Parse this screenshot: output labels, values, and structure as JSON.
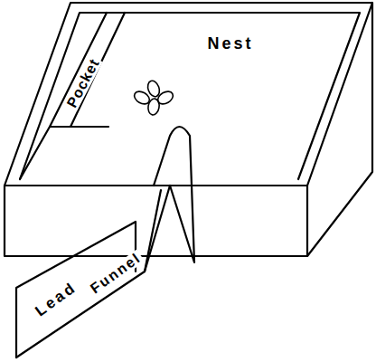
{
  "diagram": {
    "labels": [
      "Pocket",
      "Nest",
      "Lead",
      "Funnel"
    ]
  }
}
